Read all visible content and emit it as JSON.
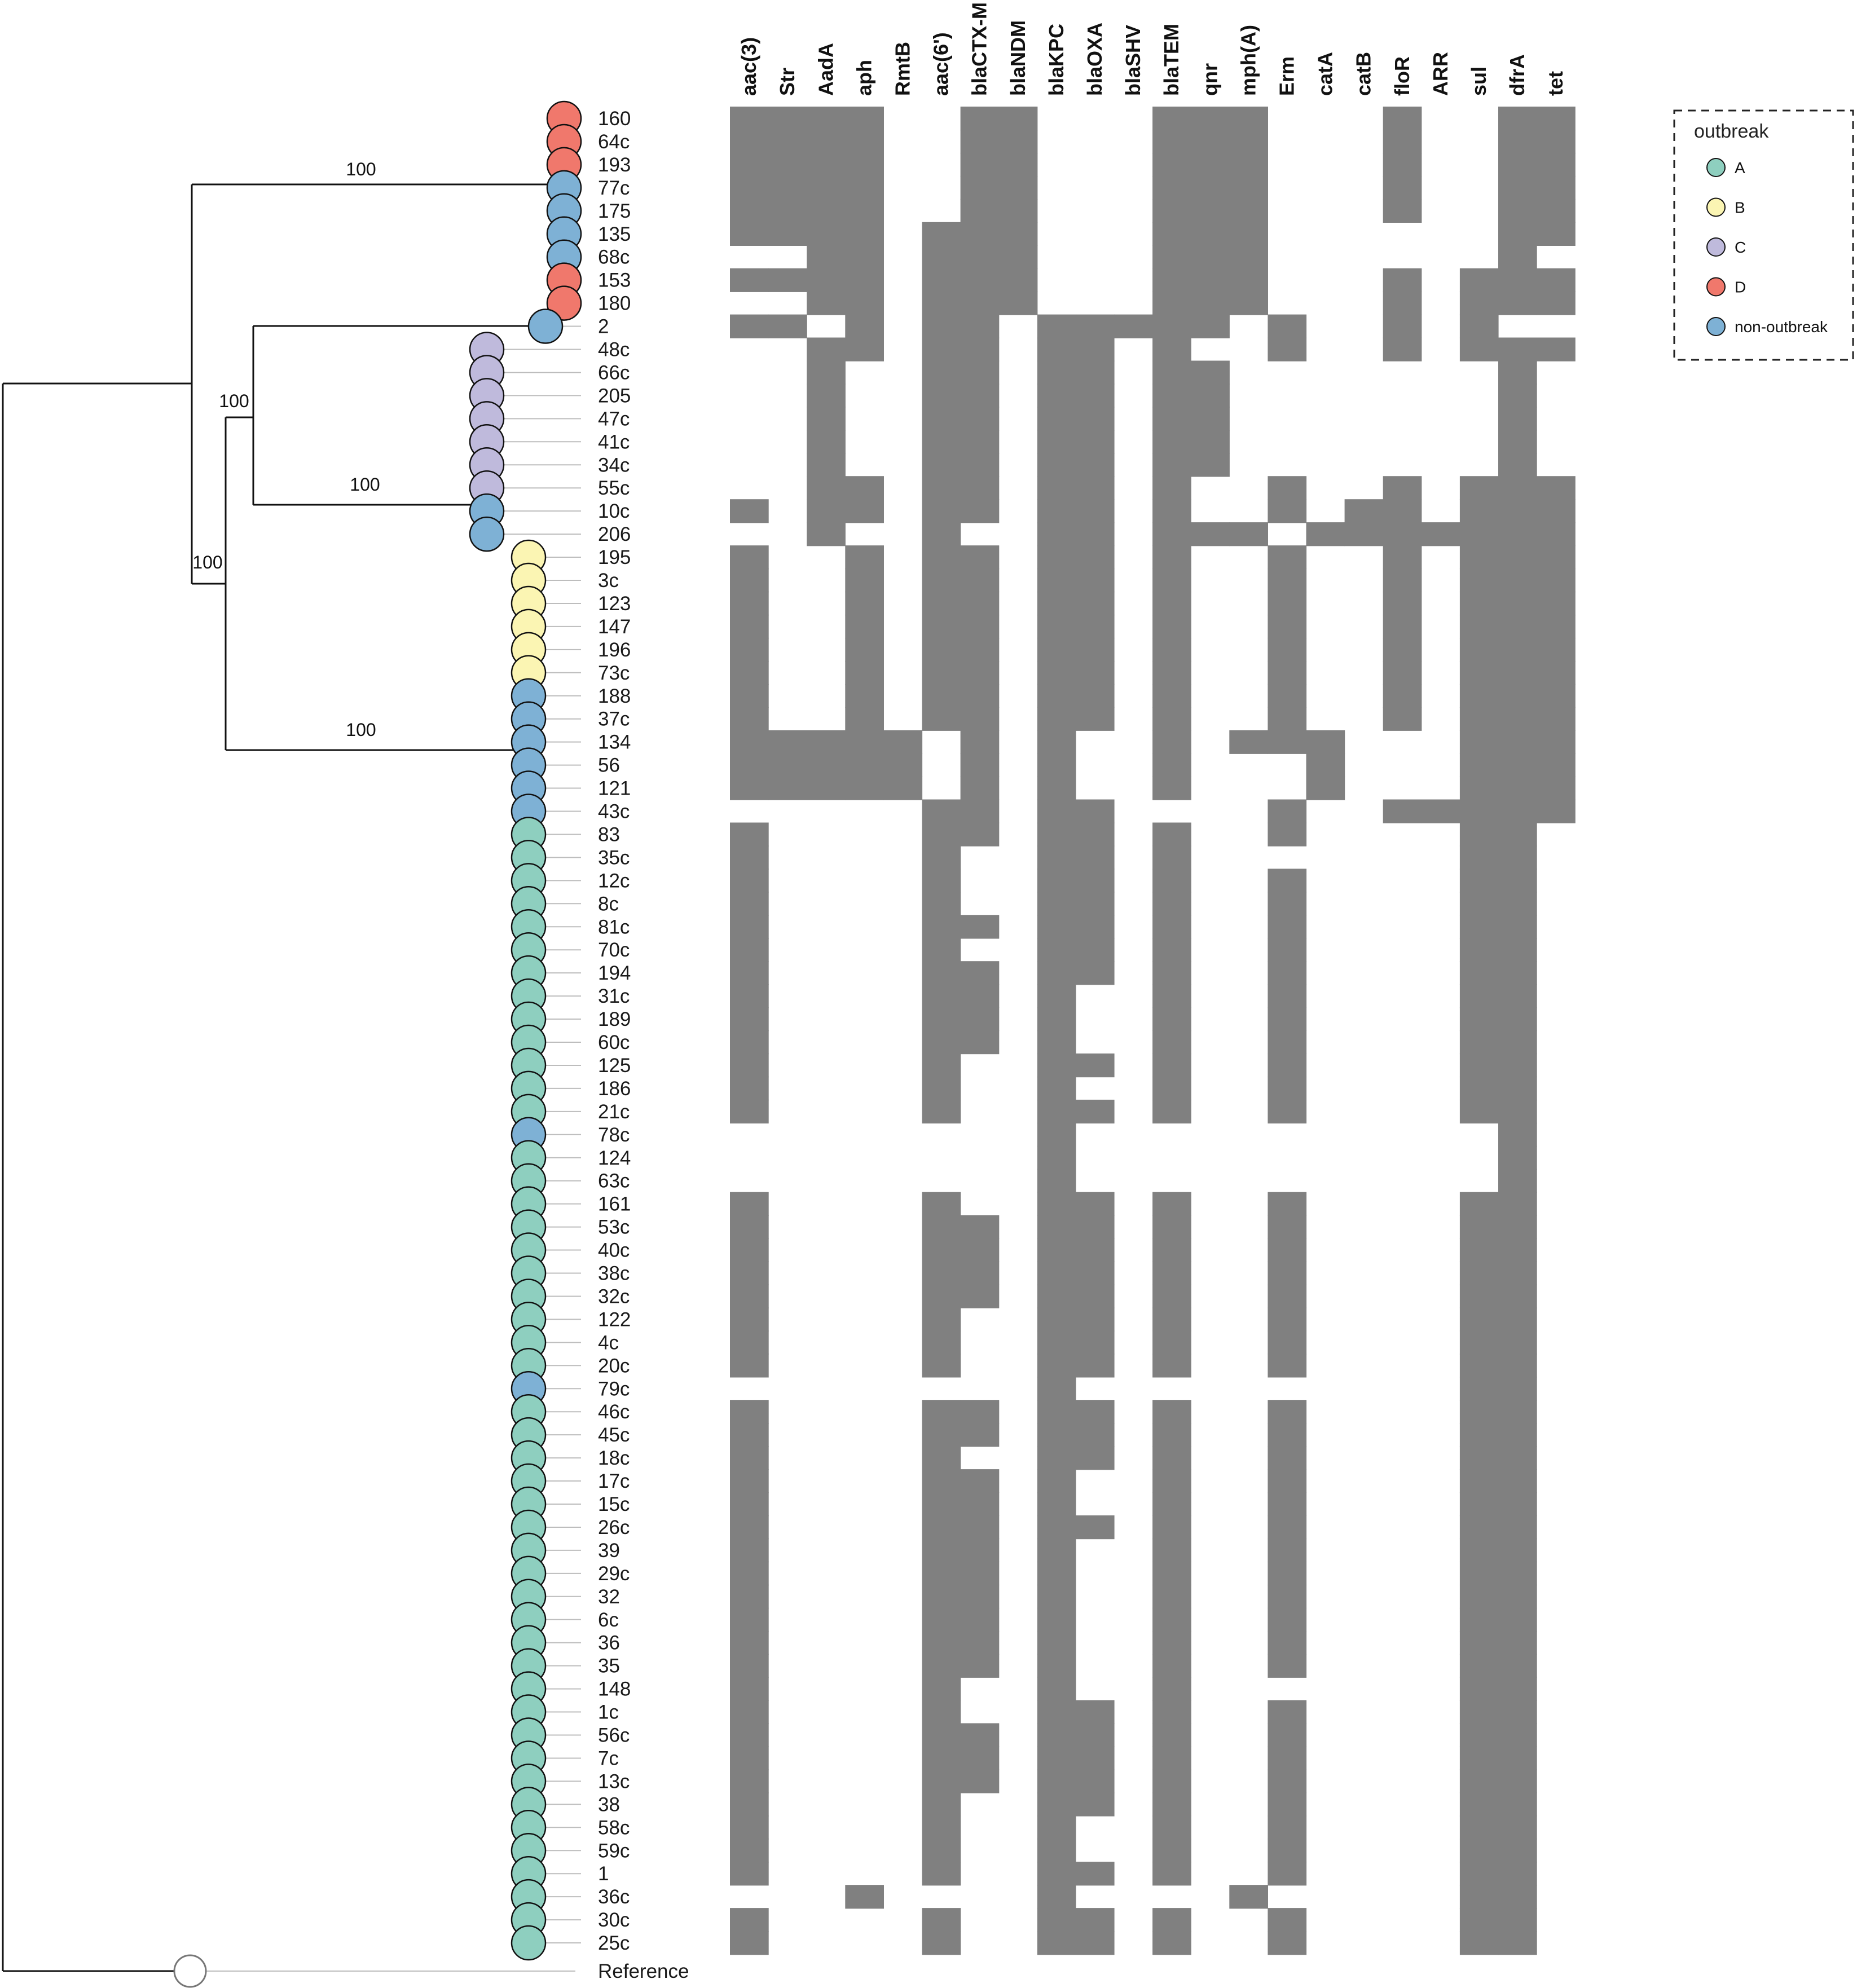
{
  "tips": [
    "160",
    "64c",
    "193",
    "77c",
    "175",
    "135",
    "68c",
    "153",
    "180",
    "2",
    "48c",
    "66c",
    "205",
    "47c",
    "41c",
    "34c",
    "55c",
    "10c",
    "206",
    "195",
    "3c",
    "123",
    "147",
    "196",
    "73c",
    "188",
    "37c",
    "134",
    "56",
    "121",
    "43c",
    "83",
    "35c",
    "12c",
    "8c",
    "81c",
    "70c",
    "194",
    "31c",
    "189",
    "60c",
    "125",
    "186",
    "21c",
    "78c",
    "124",
    "63c",
    "161",
    "53c",
    "40c",
    "38c",
    "32c",
    "122",
    "4c",
    "20c",
    "79c",
    "46c",
    "45c",
    "18c",
    "17c",
    "15c",
    "26c",
    "39",
    "29c",
    "32",
    "6c",
    "36",
    "35",
    "148",
    "1c",
    "56c",
    "7c",
    "13c",
    "38",
    "58c",
    "59c",
    "1",
    "36c",
    "30c",
    "25c"
  ],
  "tip_groups": [
    "D",
    "D",
    "D",
    "non-outbreak",
    "non-outbreak",
    "non-outbreak",
    "non-outbreak",
    "D",
    "D",
    "non-outbreak",
    "C",
    "C",
    "C",
    "C",
    "C",
    "C",
    "C",
    "non-outbreak",
    "non-outbreak",
    "B",
    "B",
    "B",
    "B",
    "B",
    "B",
    "non-outbreak",
    "non-outbreak",
    "non-outbreak",
    "non-outbreak",
    "non-outbreak",
    "non-outbreak",
    "A",
    "A",
    "A",
    "A",
    "A",
    "A",
    "A",
    "A",
    "A",
    "A",
    "A",
    "A",
    "A",
    "non-outbreak",
    "A",
    "A",
    "A",
    "A",
    "A",
    "A",
    "A",
    "A",
    "A",
    "A",
    "non-outbreak",
    "A",
    "A",
    "A",
    "A",
    "A",
    "A",
    "A",
    "A",
    "A",
    "A",
    "A",
    "A",
    "A",
    "A",
    "A",
    "A",
    "A",
    "A",
    "A",
    "A",
    "A",
    "A",
    "A",
    "A"
  ],
  "reference_label": "Reference",
  "genes": [
    "aac(3)",
    "Str",
    "AadA",
    "aph",
    "RmtB",
    "aac(6')",
    "blaCTX-M",
    "blaNDM",
    "blaKPC",
    "blaOXA",
    "blaSHV",
    "blaTEM",
    "qnr",
    "mph(A)",
    "Erm",
    "catA",
    "catB",
    "floR",
    "ARR",
    "sul",
    "dfrA",
    "tet"
  ],
  "presence_matrix": [
    "1111001100011100010011",
    "1111001100011100010011",
    "1111001100011100010011",
    "1111001100011100010011",
    "1111001100011100010011",
    "1111011100011100000011",
    "0011011100011100000010",
    "1111011100011100010111",
    "0011011100011100010111",
    "1101011011111010010100",
    "0011011011010010010111",
    "0010011011011000000010",
    "0010011011011000000010",
    "0010011011011000000010",
    "0010011011011000000010",
    "0010011011011000000010",
    "0011011011010010010111",
    "1011011011010010110111",
    "0010010011011101111111",
    "1001011011010010010111",
    "1001011011010010010111",
    "1001011011010010010111",
    "1001011011010010010111",
    "1001011011010010010111",
    "1001011011010010010111",
    "1001011011010010010111",
    "1001011011010010010111",
    "1111101010010111000111",
    "1111101010010001000111",
    "1111101010010001000111",
    "0000011011000010011111",
    "1000011011010010000110",
    "1000010011010000000110",
    "1000010011010010000110",
    "1000010011010010000110",
    "1000011011010010000110",
    "1000010011010010000110",
    "1000011011010010000110",
    "1000011010010010000110",
    "1000011010010010000110",
    "1000011010010010000110",
    "1000010011010010000110",
    "1000010010010010000110",
    "1000010011010010000110",
    "0000000010000000000010",
    "0000000010000000000010",
    "0000000010000000000010",
    "1000010011010010000110",
    "1000011011010010000110",
    "1000011011010010000110",
    "1000011011010010000110",
    "1000011011010010000110",
    "1000010011010010000110",
    "1000010011010010000110",
    "1000010011010010000110",
    "0000000010000000000110",
    "1000011011010010000110",
    "1000011011010010000110",
    "1000010011010010000110",
    "1000011010010010000110",
    "1000011010010010000110",
    "1000011011010010000110",
    "1000011010010010000110",
    "1000011010010010000110",
    "1000011010010010000110",
    "1000011010010010000110",
    "1000011010010010000110",
    "1000011010010010000110",
    "1000010010010000000110",
    "1000010011010010000110",
    "1000011011010010000110",
    "1000011011010010000110",
    "1000011011010010000110",
    "1000010011010010000110",
    "1000010010010010000110",
    "1000010010010010000110",
    "1000010011010010000110",
    "0001000010000100000110",
    "1000010011010010000110",
    "1000010011010010000110"
  ],
  "bootstrap_labels": [
    "100",
    "100",
    "100",
    "100",
    "100"
  ],
  "legend": {
    "title": "outbreak",
    "items": [
      {
        "label": "A",
        "color": "#8ecfbf"
      },
      {
        "label": "B",
        "color": "#fbf5b3"
      },
      {
        "label": "C",
        "color": "#bfbadc"
      },
      {
        "label": "D",
        "color": "#f0786c"
      },
      {
        "label": "non-outbreak",
        "color": "#7eb1d5"
      }
    ]
  },
  "colors": {
    "present": "#808080",
    "edge": "#111111",
    "leader": "#bdbdbd"
  }
}
